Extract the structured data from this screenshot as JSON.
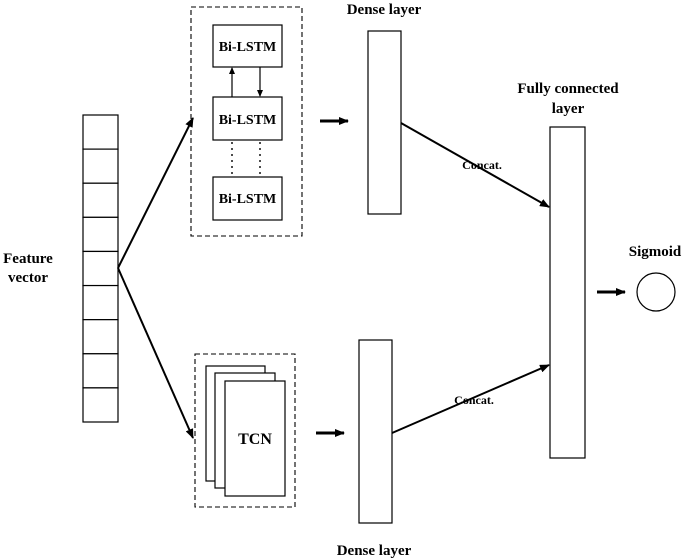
{
  "labels": {
    "feature_vector_line1": "Feature",
    "feature_vector_line2": "vector",
    "dense_layer_top": "Dense layer",
    "dense_layer_bottom": "Dense layer",
    "fully_connected_line1": "Fully connected",
    "fully_connected_line2": "layer",
    "sigmoid": "Sigmoid",
    "concat_top": "Concat.",
    "concat_bottom": "Concat."
  },
  "bilstm": {
    "cells": [
      "Bi-LSTM",
      "Bi-LSTM",
      "Bi-LSTM"
    ]
  },
  "tcn": {
    "label": "TCN"
  },
  "feature_vector": {
    "cell_count": 9
  }
}
